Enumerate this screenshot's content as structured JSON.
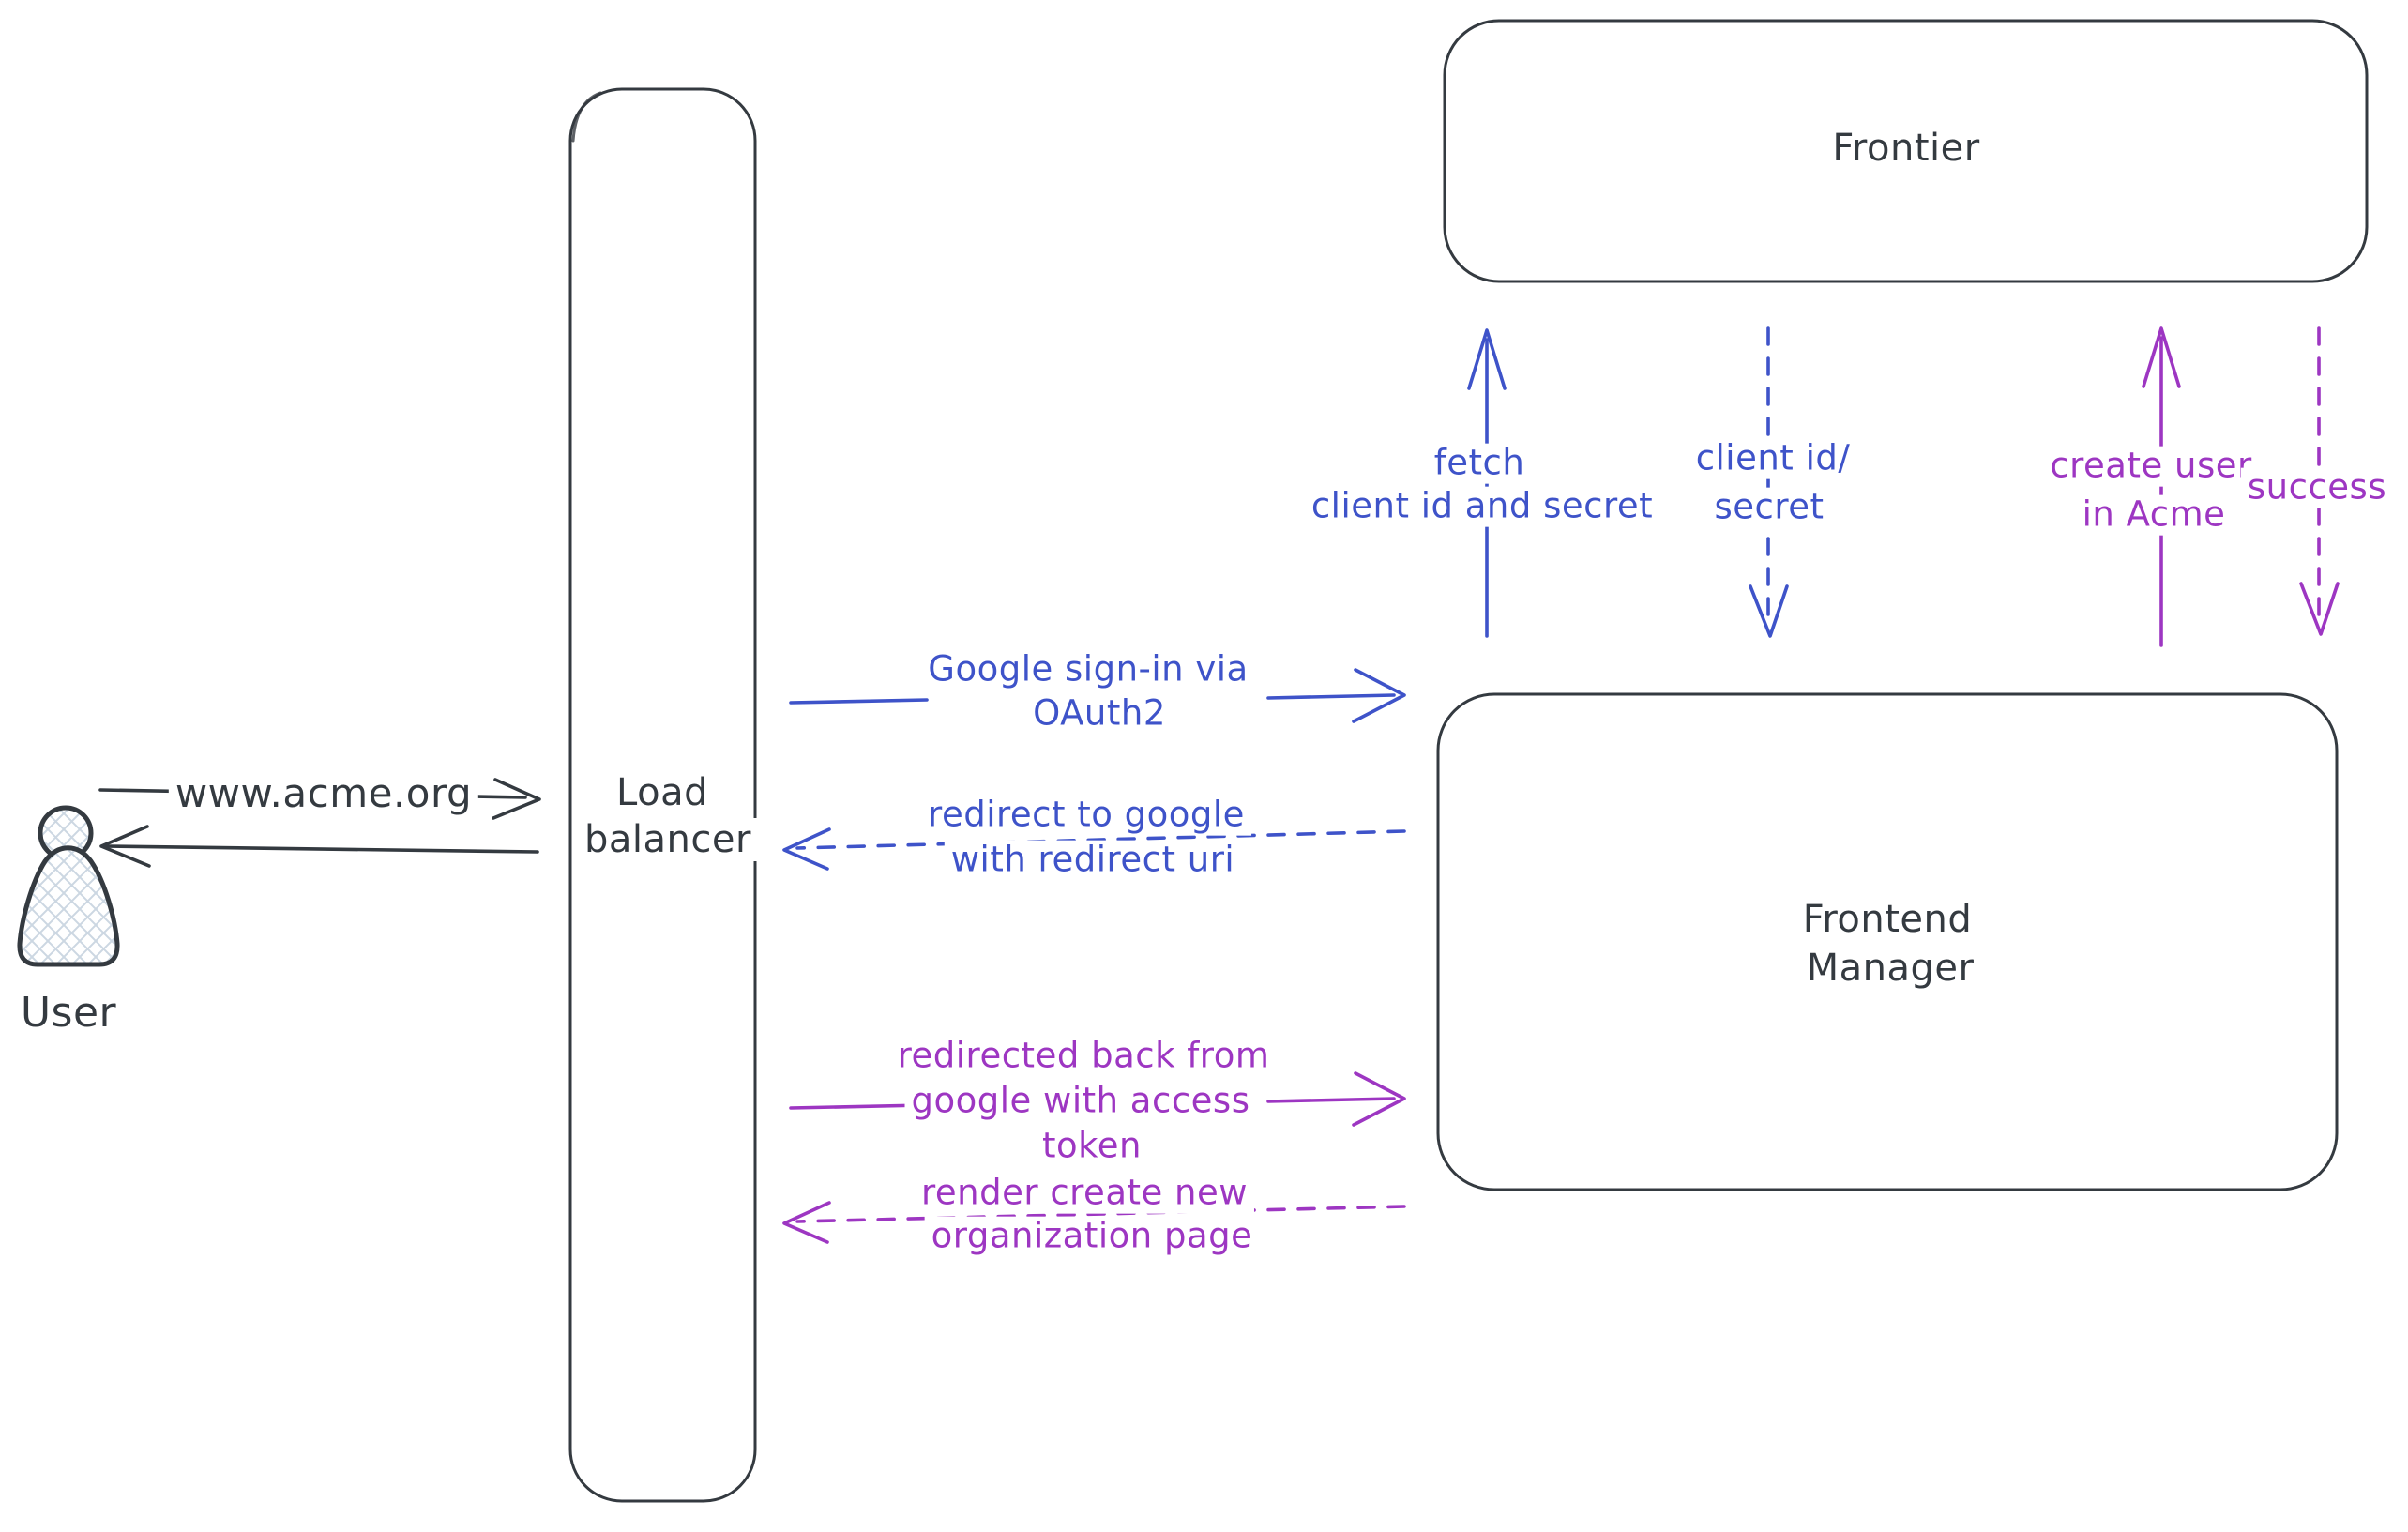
{
  "colors": {
    "ink": "#343a40",
    "blue": "#3e53c9",
    "purple": "#9d36c2",
    "hatch": "#ccd7e2"
  },
  "actors": {
    "user": {
      "label": "User"
    },
    "load_balancer": {
      "label": [
        "Load",
        "balancer"
      ]
    },
    "frontier": {
      "label": "Frontier"
    },
    "frontend_manager": {
      "label": [
        "Frontend",
        "Manager"
      ]
    }
  },
  "messages": {
    "www_acme": {
      "style": "solid",
      "color": "ink",
      "direction": "right",
      "lines": [
        "www.acme.org"
      ]
    },
    "return_to_user": {
      "style": "solid",
      "color": "ink",
      "direction": "left",
      "lines": []
    },
    "google_signin": {
      "style": "solid",
      "color": "blue",
      "direction": "right",
      "lines": [
        "Google sign-in via",
        "OAuth2"
      ]
    },
    "redirect_google": {
      "style": "dashed",
      "color": "blue",
      "direction": "left",
      "lines": [
        "redirect to google",
        "with redirect uri"
      ]
    },
    "redirected_back": {
      "style": "solid",
      "color": "purple",
      "direction": "right",
      "lines": [
        "redirected back from",
        "google with access",
        "token"
      ]
    },
    "render_page": {
      "style": "dashed",
      "color": "purple",
      "direction": "left",
      "lines": [
        "render create new",
        "organization page"
      ]
    },
    "fetch_secret": {
      "style": "solid",
      "color": "blue",
      "direction": "up",
      "lines": [
        "fetch",
        "client id and secret"
      ]
    },
    "client_id_secret": {
      "style": "dashed",
      "color": "blue",
      "direction": "down",
      "lines": [
        "client id/",
        "secret"
      ]
    },
    "create_user": {
      "style": "solid",
      "color": "purple",
      "direction": "up",
      "lines": [
        "create user",
        "in Acme"
      ]
    },
    "success": {
      "style": "dashed",
      "color": "purple",
      "direction": "down",
      "lines": [
        "success"
      ]
    }
  }
}
